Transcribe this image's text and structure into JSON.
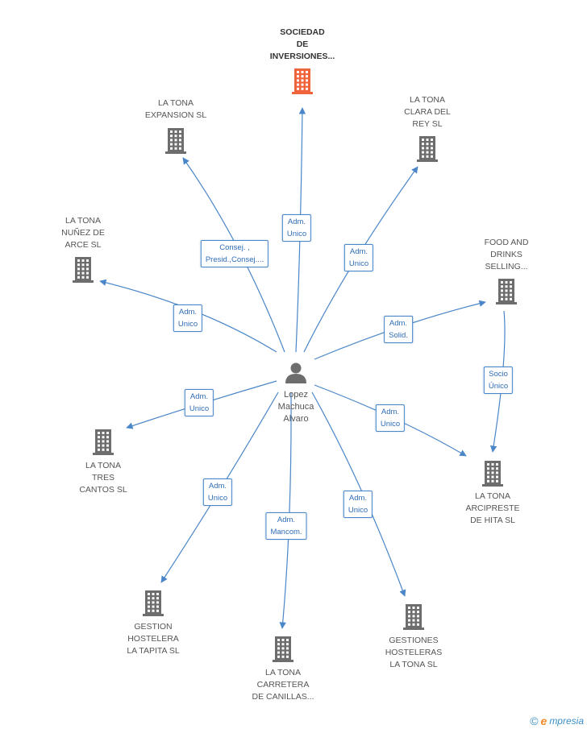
{
  "colors": {
    "edge": "#4a86c8",
    "building": "#6d6d6d",
    "highlight": "#f0643c",
    "person": "#6d6d6d"
  },
  "person": {
    "id": "p",
    "label": "Lopez\nMachuca\nAlvaro"
  },
  "nodes": [
    {
      "id": "sociedad",
      "label": "SOCIEDAD\nDE\nINVERSIONES...",
      "highlight": true
    },
    {
      "id": "expansion",
      "label": "LA TONA\nEXPANSION  SL",
      "highlight": false
    },
    {
      "id": "clara",
      "label": "LA TONA\nCLARA DEL\nREY  SL",
      "highlight": false
    },
    {
      "id": "arce",
      "label": "LA TONA\nNUÑEZ DE\nARCE  SL",
      "highlight": false
    },
    {
      "id": "food",
      "label": "FOOD AND\nDRINKS\nSELLING...",
      "highlight": false
    },
    {
      "id": "tres",
      "label": "LA TONA\nTRES\nCANTOS  SL",
      "highlight": false
    },
    {
      "id": "arcipreste",
      "label": "LA TONA\nARCIPRESTE\nDE HITA  SL",
      "highlight": false
    },
    {
      "id": "tapita",
      "label": "GESTION\nHOSTELERA\nLA TAPITA SL",
      "highlight": false
    },
    {
      "id": "canillas",
      "label": "LA TONA\nCARRETERA\nDE CANILLAS...",
      "highlight": false
    },
    {
      "id": "gestiones",
      "label": "GESTIONES\nHOSTELERAS\nLA TONA SL",
      "highlight": false
    }
  ],
  "edges": [
    {
      "from": "p",
      "to": "sociedad",
      "label": "Adm.\nUnico"
    },
    {
      "from": "p",
      "to": "expansion",
      "label": "Consej. ,\nPresid.,Consej...."
    },
    {
      "from": "p",
      "to": "clara",
      "label": "Adm.\nUnico"
    },
    {
      "from": "p",
      "to": "arce",
      "label": "Adm.\nUnico"
    },
    {
      "from": "p",
      "to": "food",
      "label": "Adm.\nSolid."
    },
    {
      "from": "p",
      "to": "tres",
      "label": "Adm.\nUnico"
    },
    {
      "from": "p",
      "to": "arcipreste",
      "label": "Adm.\nUnico"
    },
    {
      "from": "p",
      "to": "tapita",
      "label": "Adm.\nUnico"
    },
    {
      "from": "p",
      "to": "canillas",
      "label": "Adm.\nMancom."
    },
    {
      "from": "p",
      "to": "gestiones",
      "label": "Adm.\nUnico"
    },
    {
      "from": "food",
      "to": "arcipreste",
      "label": "Socio\nÚnico"
    }
  ],
  "watermark": {
    "symbol": "©",
    "brand_initial": "e",
    "brand_rest": "mpresia"
  }
}
